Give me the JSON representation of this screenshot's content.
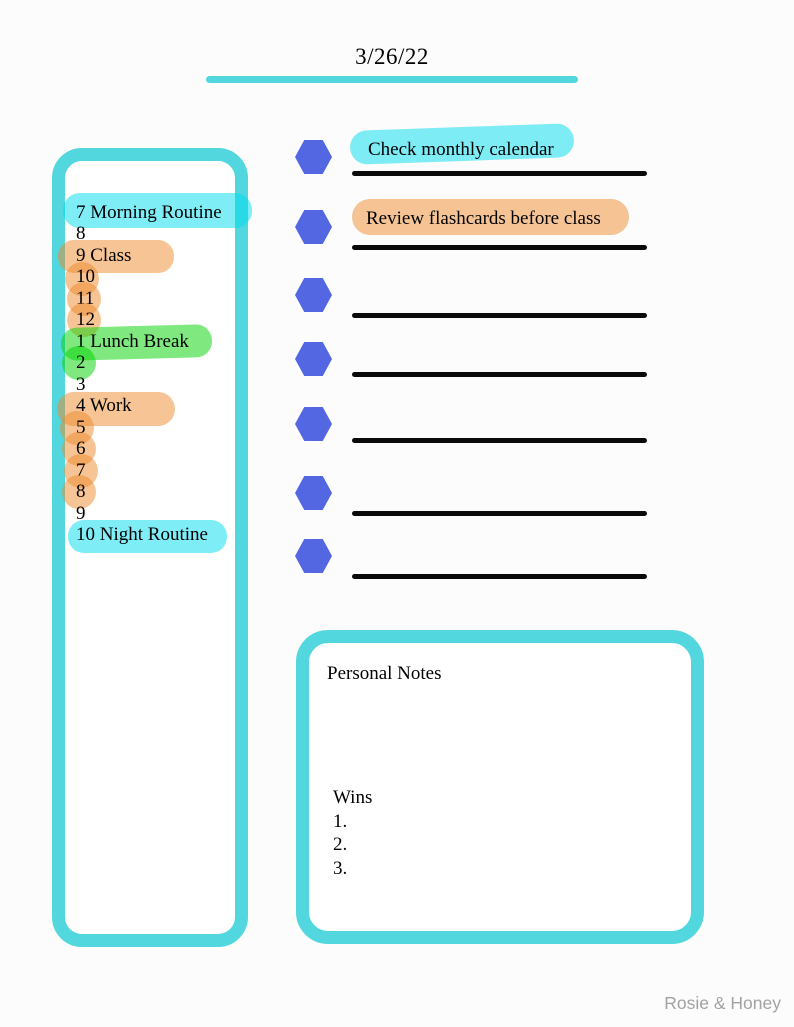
{
  "header": {
    "date": "3/26/22"
  },
  "schedule": {
    "rows": [
      {
        "label": "7 Morning Routine",
        "highlight": "cyan"
      },
      {
        "label": "8",
        "highlight": null
      },
      {
        "label": "9 Class",
        "highlight": "orange"
      },
      {
        "label": "10",
        "highlight": "orange"
      },
      {
        "label": "11",
        "highlight": "orange"
      },
      {
        "label": "12",
        "highlight": "orange"
      },
      {
        "label": "1 Lunch Break",
        "highlight": "green"
      },
      {
        "label": "2",
        "highlight": "green"
      },
      {
        "label": "3",
        "highlight": null
      },
      {
        "label": "4 Work",
        "highlight": "orange"
      },
      {
        "label": "5",
        "highlight": "orange"
      },
      {
        "label": "6",
        "highlight": "orange"
      },
      {
        "label": "7",
        "highlight": "orange"
      },
      {
        "label": "8",
        "highlight": "orange"
      },
      {
        "label": "9",
        "highlight": null
      },
      {
        "label": "10 Night Routine",
        "highlight": "cyan"
      }
    ]
  },
  "checklist": {
    "items": [
      {
        "text": "Check monthly calendar",
        "highlight": "cyan"
      },
      {
        "text": "Review flashcards before class",
        "highlight": "orange"
      },
      {
        "text": "",
        "highlight": null
      },
      {
        "text": "",
        "highlight": null
      },
      {
        "text": "",
        "highlight": null
      },
      {
        "text": "",
        "highlight": null
      },
      {
        "text": "",
        "highlight": null
      }
    ]
  },
  "notes": {
    "title": "Personal Notes",
    "wins_label": "Wins",
    "win_items": [
      "1.",
      "2.",
      "3."
    ]
  },
  "footer": {
    "brand": "Rosie & Honey"
  },
  "colors": {
    "teal": "#52D7DF",
    "hexagon_blue": "#5367E2",
    "highlight_cyan": "rgba(0,219,237,0.5)",
    "highlight_orange": "rgba(237,138,43,0.5)",
    "highlight_green": "rgba(0,211,0,0.5)",
    "line_black": "#0A0A0A",
    "watermark_gray": "#A2A2A2"
  }
}
